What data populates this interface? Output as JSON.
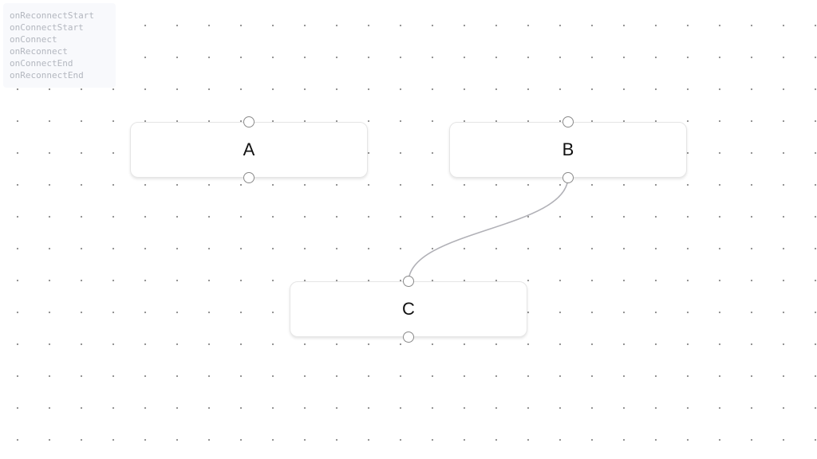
{
  "event_log": [
    "onReconnectStart",
    "onConnectStart",
    "onConnect",
    "onReconnect",
    "onConnectEnd",
    "onReconnectEnd"
  ],
  "nodes": [
    {
      "id": "a",
      "label": "A"
    },
    {
      "id": "b",
      "label": "B"
    },
    {
      "id": "c",
      "label": "C"
    }
  ],
  "edges": [
    {
      "source": "b",
      "target": "c"
    }
  ],
  "colors": {
    "edge": "#b1b1b7",
    "handle_border": "#8a8a8a",
    "dots": "#8f8f8f"
  }
}
